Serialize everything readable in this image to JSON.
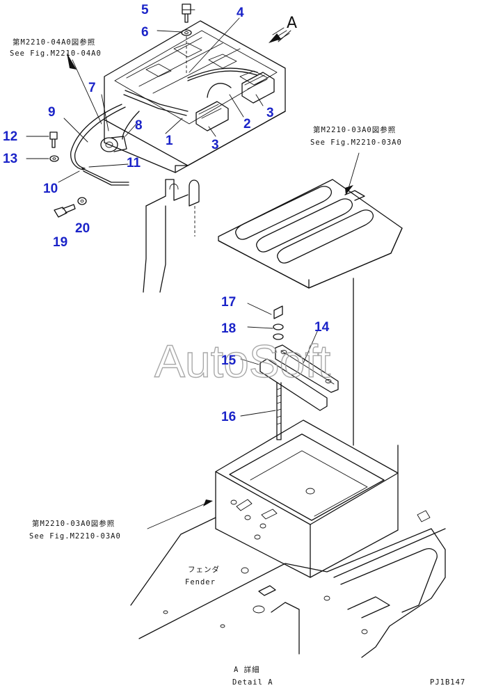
{
  "view_marker": "A",
  "watermark": "AutoSoft",
  "callouts": [
    {
      "id": "p5",
      "text": "5"
    },
    {
      "id": "p6",
      "text": "6"
    },
    {
      "id": "p4",
      "text": "4"
    },
    {
      "id": "p7",
      "text": "7"
    },
    {
      "id": "p9",
      "text": "9"
    },
    {
      "id": "p8",
      "text": "8"
    },
    {
      "id": "p1",
      "text": "1"
    },
    {
      "id": "p2",
      "text": "2"
    },
    {
      "id": "p3a",
      "text": "3"
    },
    {
      "id": "p3b",
      "text": "3"
    },
    {
      "id": "p12",
      "text": "12"
    },
    {
      "id": "p13",
      "text": "13"
    },
    {
      "id": "p10",
      "text": "10"
    },
    {
      "id": "p11",
      "text": "11"
    },
    {
      "id": "p19",
      "text": "19"
    },
    {
      "id": "p20",
      "text": "20"
    },
    {
      "id": "p17",
      "text": "17"
    },
    {
      "id": "p18",
      "text": "18"
    },
    {
      "id": "p14",
      "text": "14"
    },
    {
      "id": "p15",
      "text": "15"
    },
    {
      "id": "p16",
      "text": "16"
    }
  ],
  "references": {
    "ref_04a0_jp": "第M2210-04A0図参照",
    "ref_04a0_en": "See Fig.M2210-04A0",
    "ref_03a0_top_jp": "第M2210-03A0図参照",
    "ref_03a0_top_en": "See Fig.M2210-03A0",
    "ref_03a0_low_jp": "第M2210-03A0図参照",
    "ref_03a0_low_en": "See Fig.M2210-03A0"
  },
  "labels": {
    "fender_jp": "フェンダ",
    "fender_en": "Fender",
    "detail_jp": "A 詳細",
    "detail_en": "Detail A",
    "drawing_code": "PJ1B147"
  }
}
